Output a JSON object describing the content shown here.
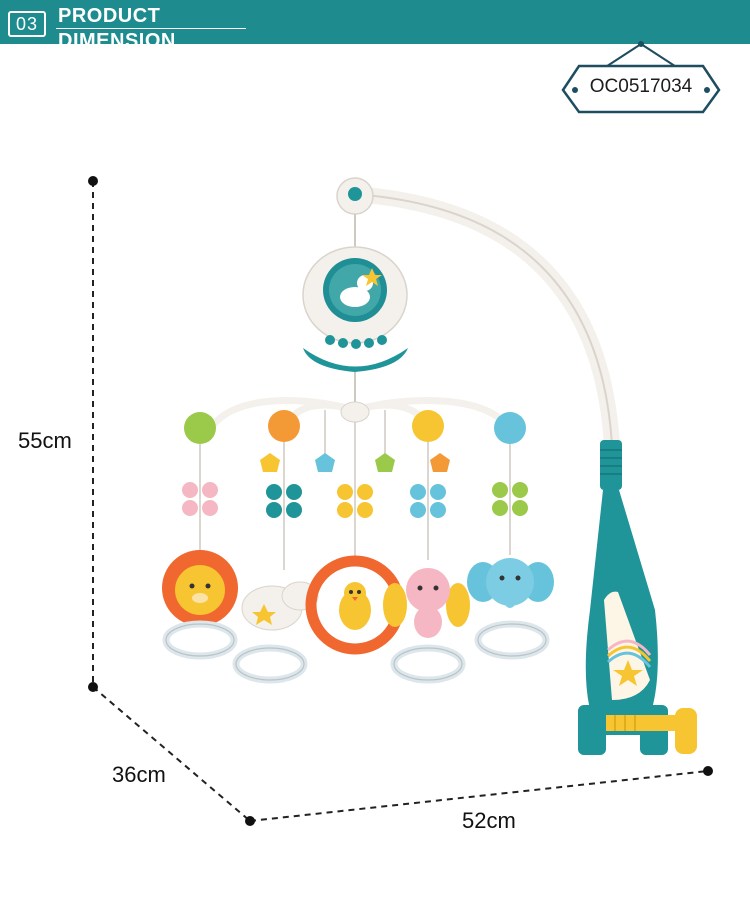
{
  "header": {
    "section_number": "03",
    "title_line1": "PRODUCT",
    "title_line2": "DIMENSION",
    "banner_color": "#1e8c8f"
  },
  "product_code": "OC0517034",
  "dimensions": {
    "height": "55cm",
    "depth": "36cm",
    "width": "52cm"
  },
  "colors": {
    "teal": "#1f9499",
    "orange": "#f0672f",
    "yellow": "#f7c531",
    "green": "#9bc94a",
    "pink": "#f5b7c3",
    "blue": "#67c3dc",
    "white_part": "#f4f1ec"
  }
}
